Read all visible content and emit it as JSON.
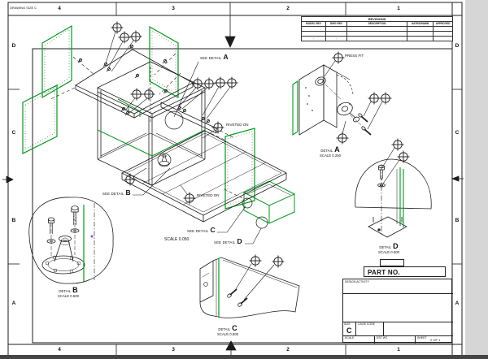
{
  "sheet": {
    "drawing_size_note": "DRAWING SIZE C",
    "zone_columns": [
      "4",
      "3",
      "2",
      "1"
    ],
    "zone_rows": [
      "D",
      "C",
      "B",
      "A"
    ]
  },
  "revisions_table": {
    "title": "REVISIONS",
    "columns": [
      "MODEL REV",
      "DWG REV",
      "DESCRIPTION",
      "DATE/DRAWN",
      "APPROVED"
    ],
    "rows": [
      [
        "",
        "",
        "",
        "",
        ""
      ],
      [
        "",
        "",
        "",
        "",
        ""
      ],
      [
        "-",
        "-",
        "",
        "",
        ""
      ]
    ]
  },
  "callouts": {
    "see_detail_label": "SEE DETAIL",
    "detail_word": "DETAIL",
    "press_fit": "PRESS FIT",
    "riveted_on": "RIVETED ON",
    "main_scale": "SCALE  0.050"
  },
  "details": [
    {
      "letter": "A",
      "scale_label": "SCALE  0.250"
    },
    {
      "letter": "B",
      "scale_label": "SCALE  0.500"
    },
    {
      "letter": "C",
      "scale_label": "SCALE  0.500"
    },
    {
      "letter": "D",
      "scale_label": "SCALE  0.500"
    }
  ],
  "title_block": {
    "part_no_label": "PART NO.",
    "design_activity_label": "DESIGN ACTIVITY",
    "size_label": "SIZE",
    "size_value": "C",
    "cage_code_label": "CAGE CODE",
    "scale_label": "SCALE",
    "weight_label": "EST WT.",
    "sheet_label": "SHEET",
    "sheet_value": "2 OF 1"
  },
  "colors": {
    "panel_green": "#009b1a",
    "line": "#1c1c1c",
    "accent_purple": "#8c4bd0"
  }
}
